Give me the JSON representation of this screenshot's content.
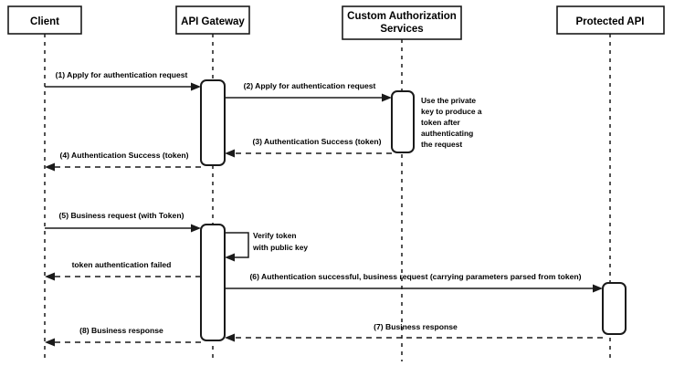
{
  "diagram": {
    "type": "sequence-diagram",
    "title": "API Gateway token authentication sequence",
    "colors": {
      "background": "#ffffff",
      "stroke": "#1a1a1a",
      "text": "#000000"
    },
    "participants": [
      {
        "id": "client",
        "label": "Client",
        "lines": [
          "Client"
        ]
      },
      {
        "id": "api-gateway",
        "label": "API Gateway",
        "lines": [
          "API Gateway"
        ]
      },
      {
        "id": "custom-authorization-services",
        "label": "Custom Authorization Services",
        "lines": [
          "Custom Authorization",
          "Services"
        ]
      },
      {
        "id": "protected-api",
        "label": "Protected API",
        "lines": [
          "Protected API"
        ]
      }
    ],
    "messages": [
      {
        "seq": "1",
        "label": "(1) Apply for authentication request",
        "from": "client",
        "to": "api-gateway",
        "style": "solid"
      },
      {
        "seq": "2",
        "label": "(2) Apply for authentication request",
        "from": "api-gateway",
        "to": "custom-authorization-services",
        "style": "solid"
      },
      {
        "seq": "3",
        "label": "(3) Authentication Success (token)",
        "from": "custom-authorization-services",
        "to": "api-gateway",
        "style": "dashed"
      },
      {
        "seq": "4",
        "label": "(4) Authentication Success (token)",
        "from": "api-gateway",
        "to": "client",
        "style": "dashed"
      },
      {
        "seq": "5",
        "label": "(5) Business request (with Token)",
        "from": "client",
        "to": "api-gateway",
        "style": "solid"
      },
      {
        "seq": "self",
        "label": "Verify token with public key",
        "lines": [
          "Verify token",
          "with public key"
        ],
        "from": "api-gateway",
        "to": "api-gateway",
        "style": "solid-self"
      },
      {
        "seq": "fail",
        "label": "token authentication failed",
        "from": "api-gateway",
        "to": "client",
        "style": "dashed"
      },
      {
        "seq": "6",
        "label": "(6) Authentication successful, business request (carrying parameters parsed from token)",
        "from": "api-gateway",
        "to": "protected-api",
        "style": "solid"
      },
      {
        "seq": "7",
        "label": "(7) Business response",
        "from": "protected-api",
        "to": "api-gateway",
        "style": "dashed"
      },
      {
        "seq": "8",
        "label": "(8) Business response",
        "from": "api-gateway",
        "to": "client",
        "style": "dashed"
      }
    ],
    "notes": [
      {
        "id": "private-key-note",
        "attached_to": "custom-authorization-services",
        "text": "Use the private key to produce a token after authenticating the request",
        "lines": [
          "Use the private",
          "key to produce a",
          "token after",
          "authenticating",
          "the request"
        ]
      }
    ]
  }
}
